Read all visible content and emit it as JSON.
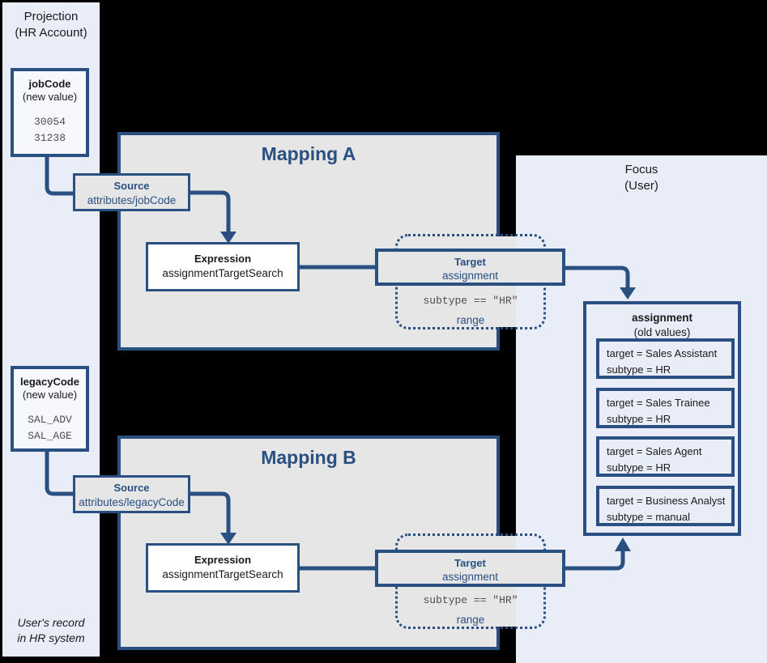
{
  "colors": {
    "accent_blue": "#2a5082",
    "panel_background": "#e9edf8",
    "mapping_background": "#e6e6e6",
    "value_box_background": "#f6f8fd",
    "expression_box_background": "#ffffff",
    "mono_text": "#4d4d4d",
    "canvas_background": "#000000"
  },
  "projection_panel": {
    "title_line1": "Projection",
    "title_line2": "(HR Account)",
    "footer_line1": "User's record",
    "footer_line2": "in HR system",
    "job_code_box": {
      "title": "jobCode",
      "subtitle": "(new value)",
      "values": [
        "30054",
        "31238"
      ]
    },
    "legacy_code_box": {
      "title": "legacyCode",
      "subtitle": "(new value)",
      "values": [
        "SAL_ADV",
        "SAL_AGE"
      ]
    }
  },
  "focus_panel": {
    "title_line1": "Focus",
    "title_line2": "(User)",
    "assignment_box": {
      "title": "assignment",
      "subtitle": "(old values)",
      "items": [
        {
          "line1": "target = Sales Assistant",
          "line2": "subtype = HR"
        },
        {
          "line1": "target = Sales Trainee",
          "line2": "subtype = HR"
        },
        {
          "line1": "target = Sales Agent",
          "line2": "subtype = HR"
        },
        {
          "line1": "target = Business Analyst",
          "line2": "subtype = manual"
        }
      ]
    }
  },
  "mapping_a": {
    "title": "Mapping A",
    "source": {
      "title": "Source",
      "subtitle": "attributes/jobCode"
    },
    "expression": {
      "title": "Expression",
      "subtitle": "assignmentTargetSearch"
    },
    "target": {
      "title": "Target",
      "subtitle": "assignment",
      "condition": "subtype == \"HR\"",
      "range_label": "range"
    }
  },
  "mapping_b": {
    "title": "Mapping B",
    "source": {
      "title": "Source",
      "subtitle": "attributes/legacyCode"
    },
    "expression": {
      "title": "Expression",
      "subtitle": "assignmentTargetSearch"
    },
    "target": {
      "title": "Target",
      "subtitle": "assignment",
      "condition": "subtype == \"HR\"",
      "range_label": "range"
    }
  }
}
